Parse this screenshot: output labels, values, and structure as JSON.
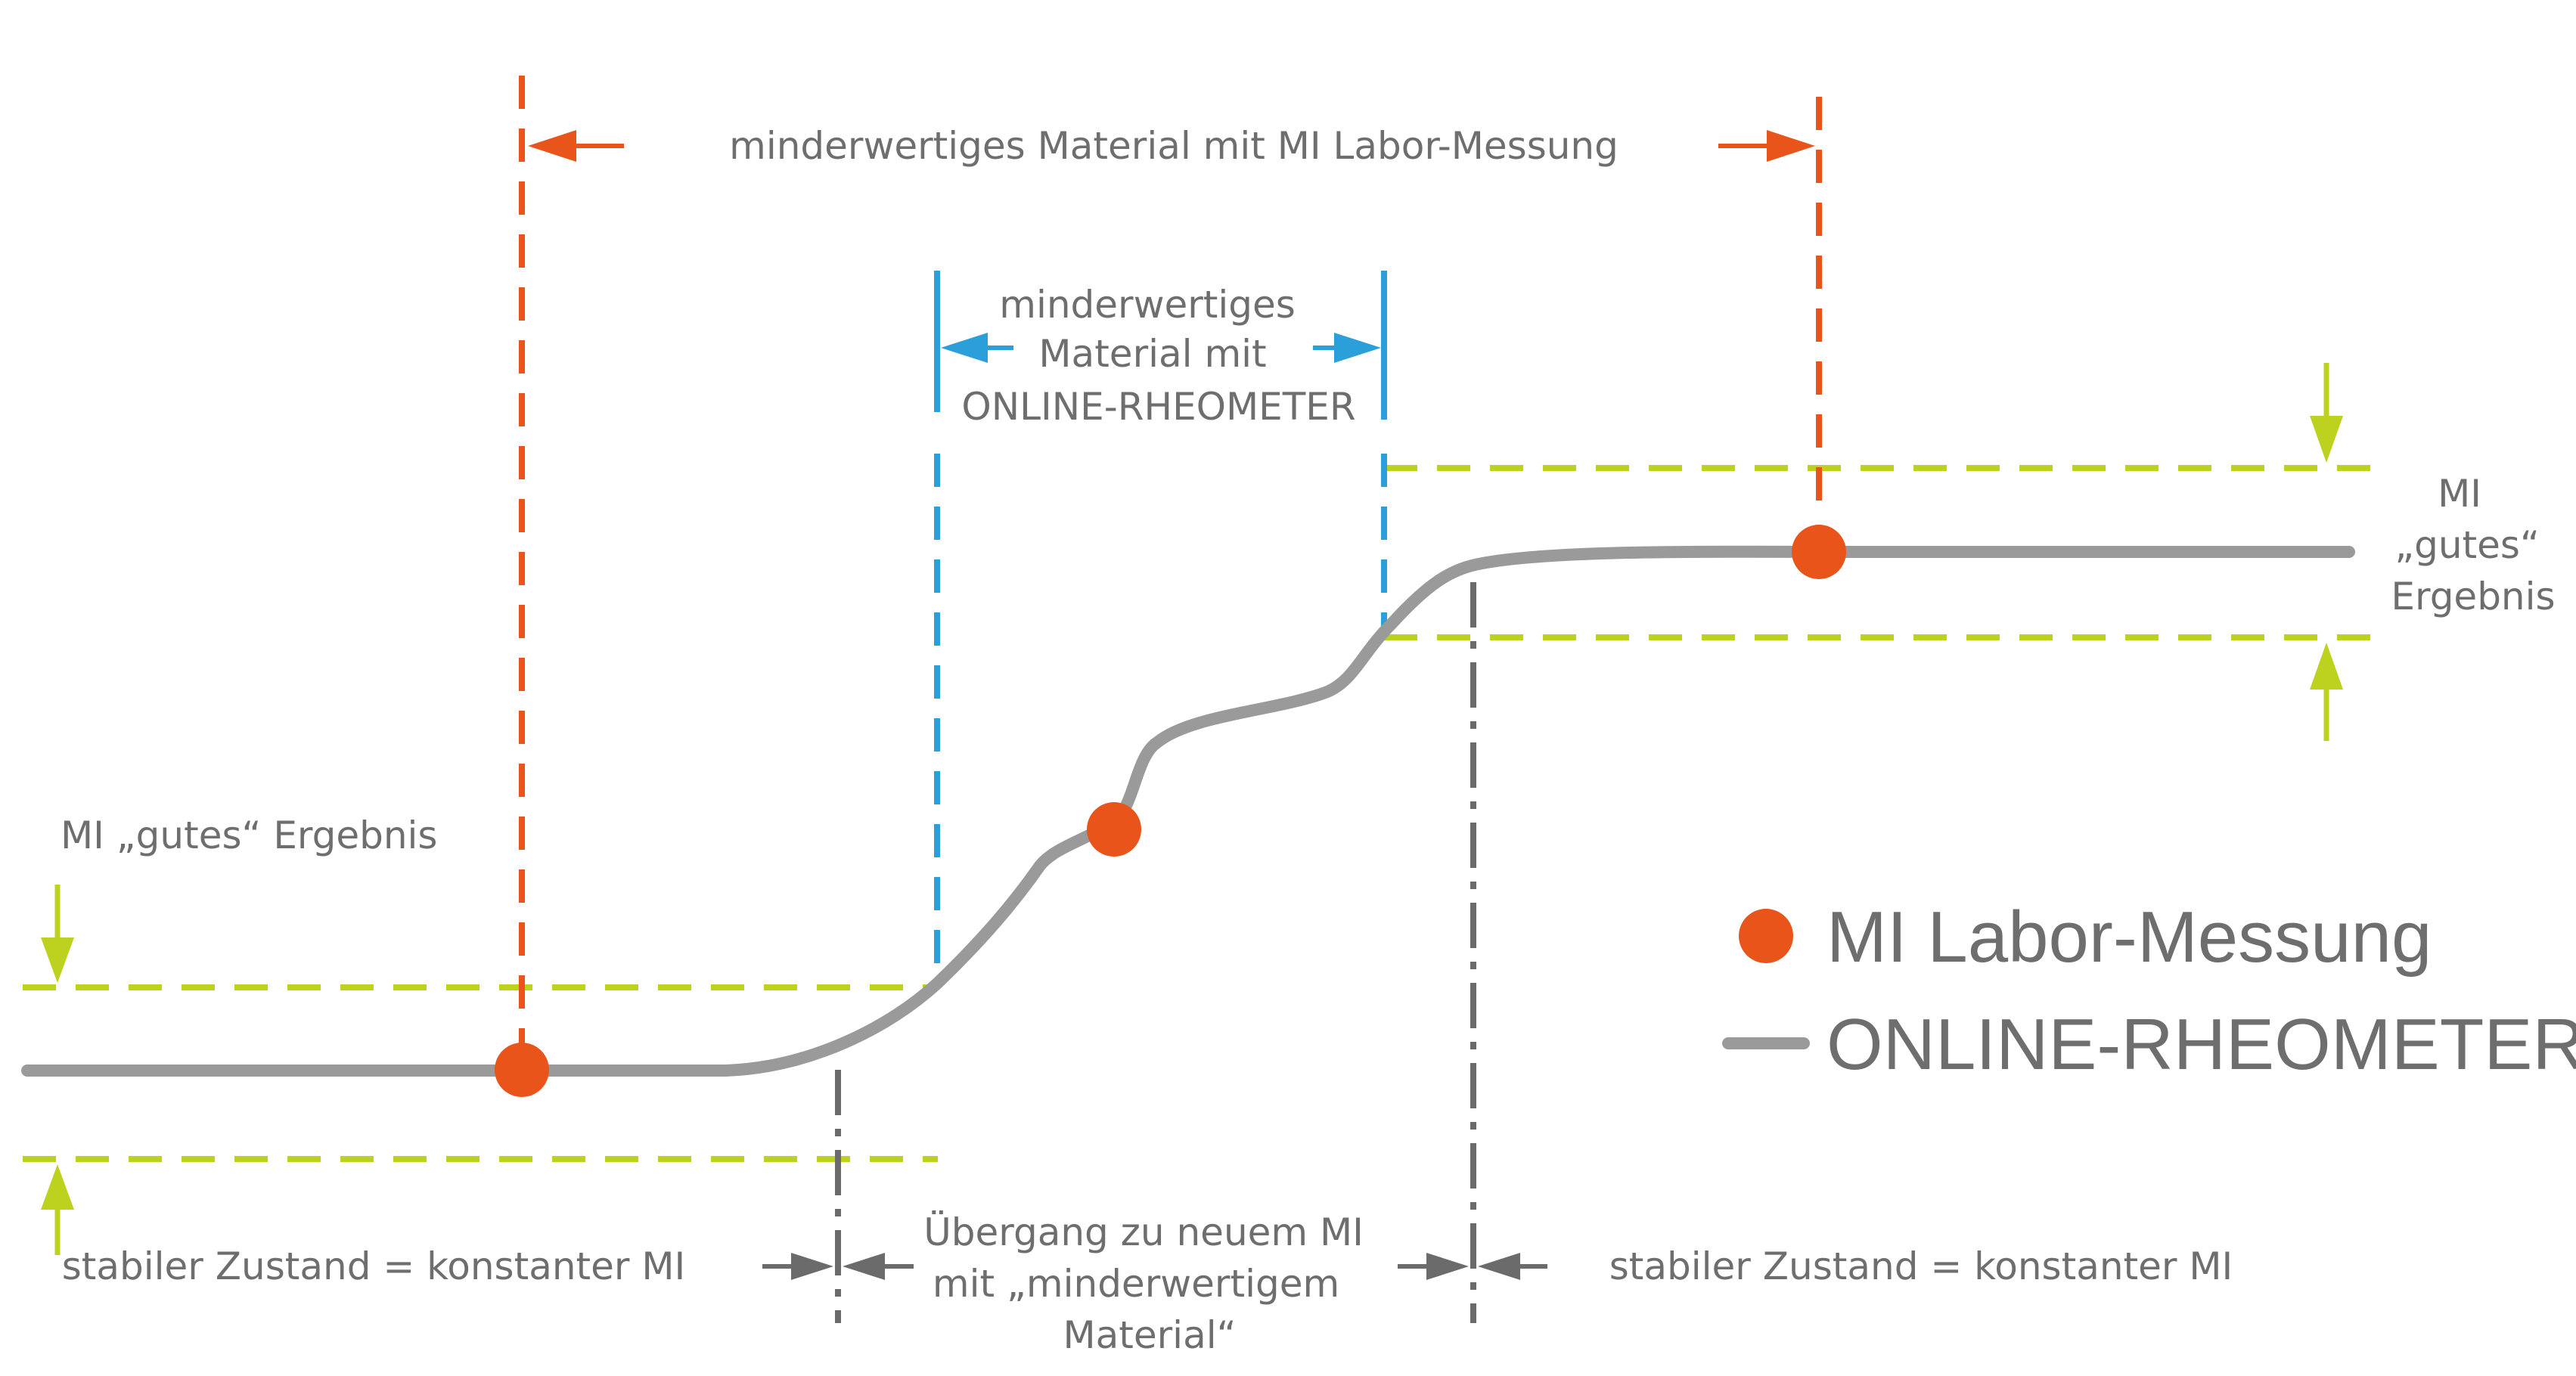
{
  "labels": {
    "lab_range": "minderwertiges Material mit MI Labor-Messung",
    "online_range": [
      "minderwertiges",
      "Material mit",
      "ONLINE-RHEOMETER"
    ],
    "left_good": "MI  „gutes“ Ergebnis",
    "right_good": [
      "MI",
      "„gutes“",
      "Ergebnis"
    ],
    "stable_left": "stabiler Zustand = konstanter MI",
    "transition": [
      "Übergang zu neuem MI",
      "mit „minderwertigem",
      "Material“"
    ],
    "stable_right": "stabiler Zustand = konstanter MI"
  },
  "legend": {
    "lab": "MI Labor-Messung",
    "online": "ONLINE-RHEOMETER"
  },
  "colors": {
    "lab": "#e8541a",
    "online": "#2b9fd9",
    "tolerance": "#bcd21e",
    "curve": "#9a9a9a",
    "phase": "#6b6b6b",
    "text": "#6e6e6e"
  }
}
